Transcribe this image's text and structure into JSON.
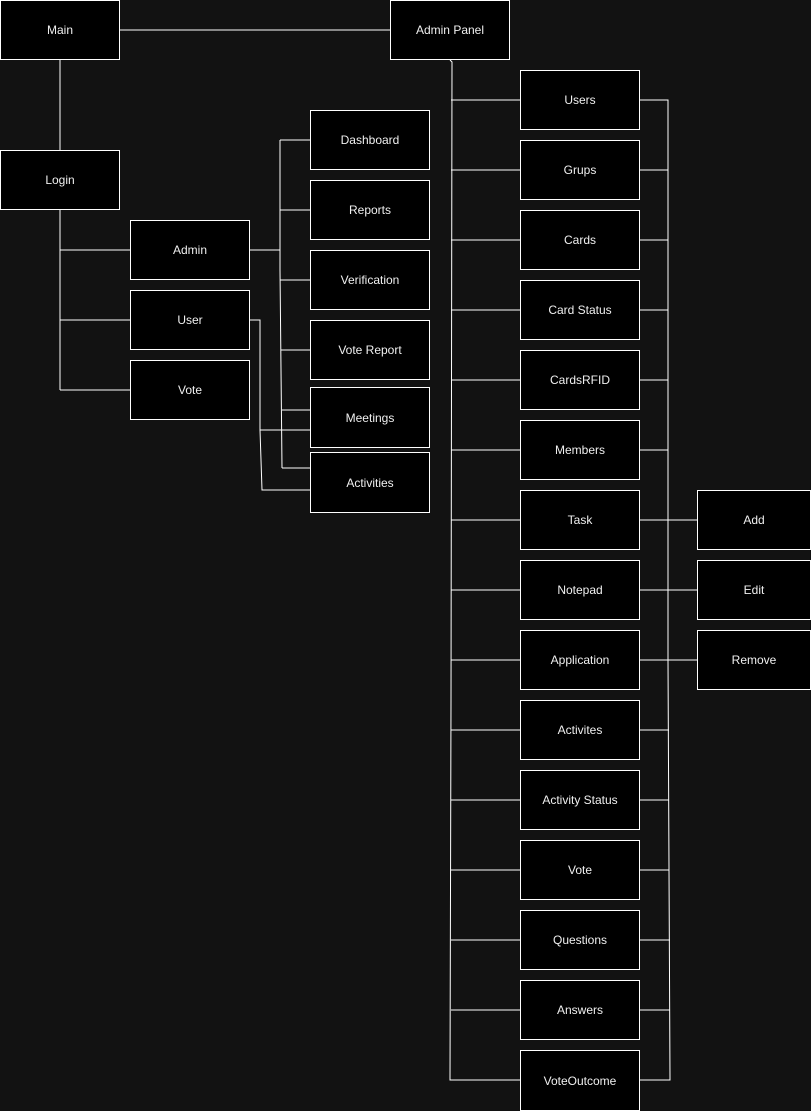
{
  "diagram": {
    "colors": {
      "background": "#121212",
      "node_fill": "#000000",
      "node_border": "#ffffff",
      "line": "#ffffff",
      "text": "#f0f0f0"
    },
    "main": "Main",
    "admin_panel": "Admin Panel",
    "login": "Login",
    "roles": {
      "admin": "Admin",
      "user": "User",
      "vote": "Vote"
    },
    "admin_pages": {
      "dashboard": "Dashboard",
      "reports": "Reports",
      "verification": "Verification",
      "vote_report": "Vote Report",
      "meetings": "Meetings",
      "activities": "Activities"
    },
    "panel_items": {
      "users": "Users",
      "grups": "Grups",
      "cards": "Cards",
      "card_status": "Card Status",
      "cardsrfid": "CardsRFID",
      "members": "Members",
      "task": "Task",
      "notepad": "Notepad",
      "application": "Application",
      "activites": "Activites",
      "activity_status": "Activity Status",
      "vote": "Vote",
      "questions": "Questions",
      "answers": "Answers",
      "voteoutcome": "VoteOutcome"
    },
    "actions": {
      "add": "Add",
      "edit": "Edit",
      "remove": "Remove"
    }
  }
}
